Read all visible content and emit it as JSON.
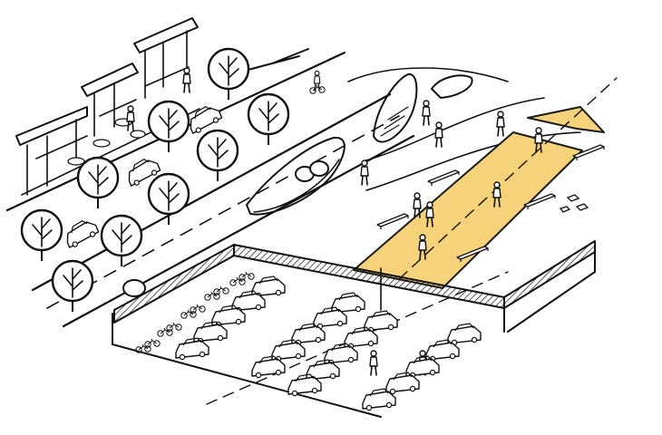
{
  "diagram": {
    "kind": "isometric-urban-sketch",
    "text_labels": [],
    "colors": {
      "ink": "#111111",
      "accent": "#f6d27a",
      "accent_stroke": "#1a1a1a",
      "paper": "#ffffff"
    },
    "elements": [
      "storefront-building-row",
      "outdoor-cafe-seating",
      "street-tree-row",
      "parked-cars-street",
      "main-road",
      "cyclist",
      "landscaped-planter-islands",
      "boulders",
      "seating-benches",
      "yellow-pedestrian-promenade",
      "direction-arrow",
      "pedestrians",
      "elevated-deck-edge",
      "parking-lot",
      "bicycle-parking"
    ]
  }
}
